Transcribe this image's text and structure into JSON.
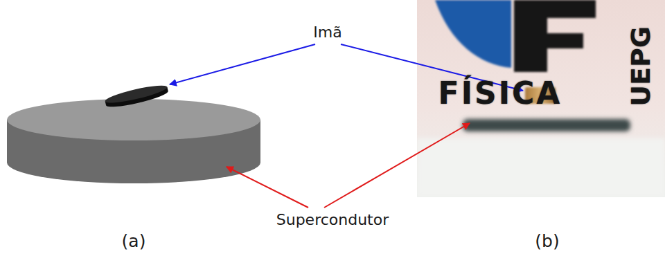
{
  "diagram": {
    "labels": [
      "Imã",
      "FÍSICA",
      "UEPG",
      "Supercondutor",
      "(a)",
      "(b)"
    ]
  }
}
